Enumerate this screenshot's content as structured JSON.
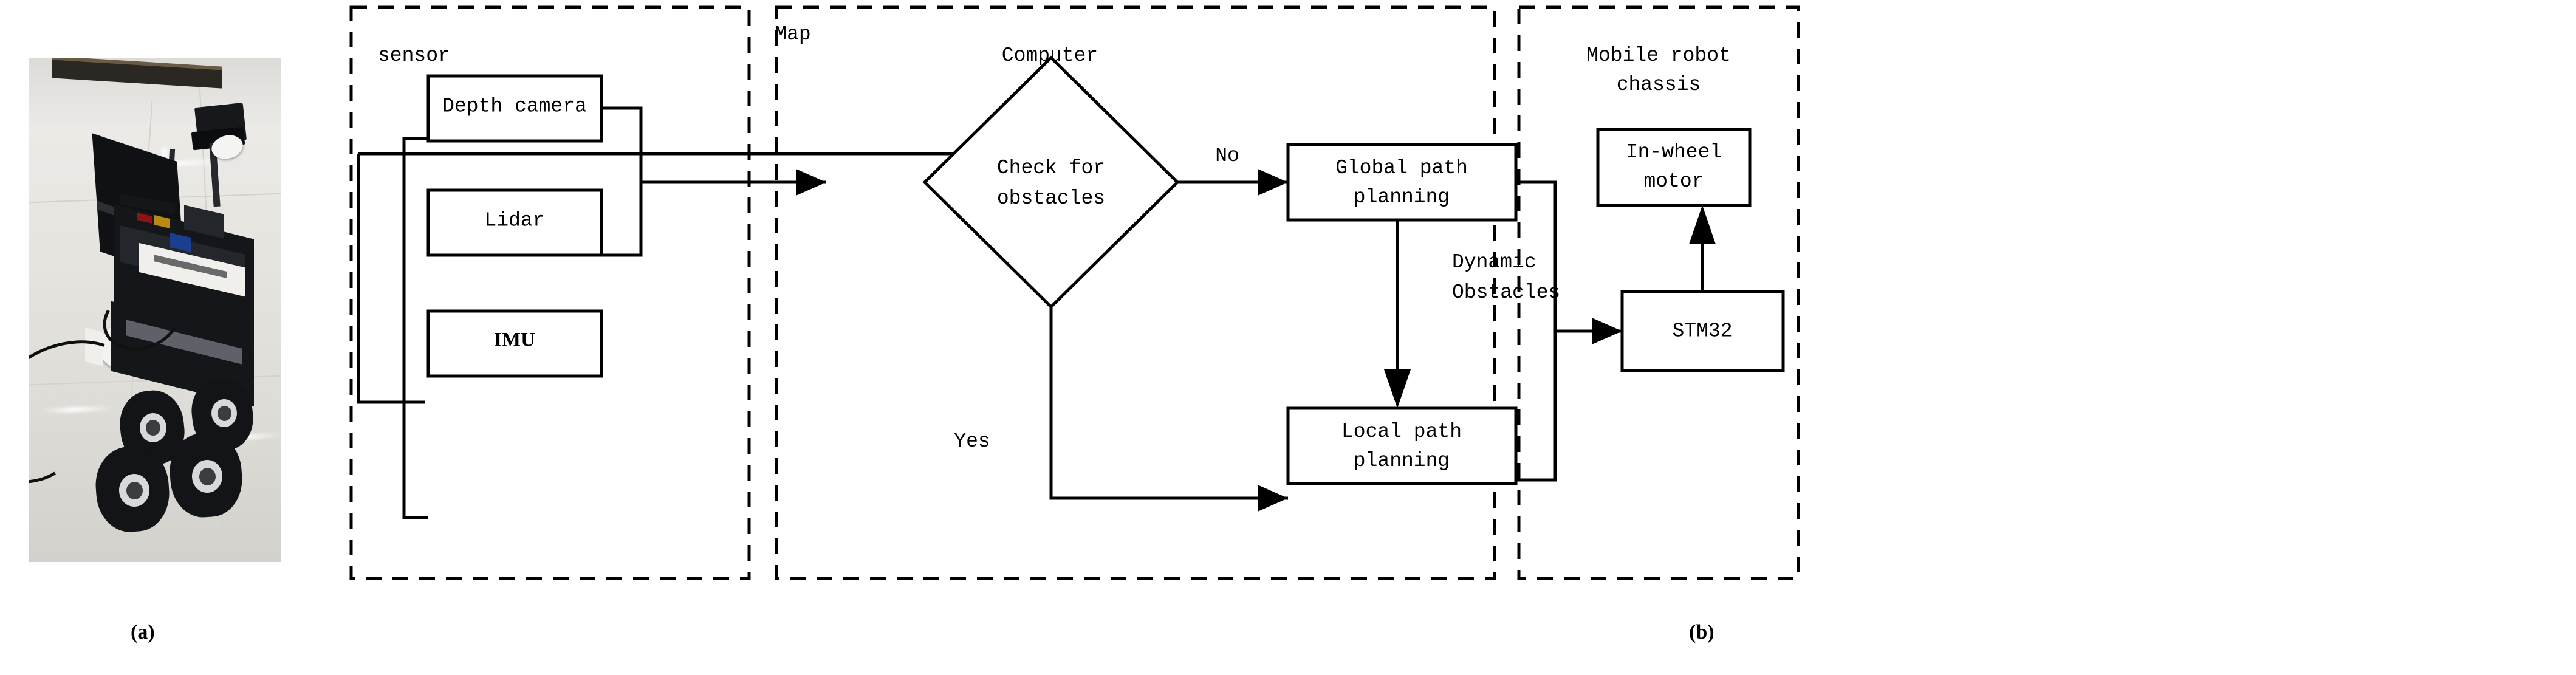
{
  "figure": {
    "panels": [
      {
        "id": "a",
        "caption": "(a)",
        "type": "photograph",
        "description": "four-wheeled mobile robot platform on a tiled floor"
      },
      {
        "id": "b",
        "caption": "(b)",
        "type": "block-diagram"
      }
    ]
  },
  "diagram": {
    "groups": [
      {
        "id": "sensor",
        "label": "sensor"
      },
      {
        "id": "computer",
        "label": "Computer"
      },
      {
        "id": "chassis",
        "label": "Mobile robot\nchassis",
        "line1": "Mobile robot",
        "line2": "chassis"
      }
    ],
    "nodes": [
      {
        "id": "depth-camera",
        "label": "Depth camera",
        "shape": "rect"
      },
      {
        "id": "lidar",
        "label": "Lidar",
        "shape": "rect"
      },
      {
        "id": "imu",
        "label": "IMU",
        "shape": "rect",
        "bold": true
      },
      {
        "id": "check-for-obstacles",
        "label": "Check for obstacles",
        "shape": "diamond",
        "line1": "Check for",
        "line2": "obstacles"
      },
      {
        "id": "global-path-planning",
        "label": "Global path planning",
        "shape": "rect",
        "line1": "Global path",
        "line2": "planning"
      },
      {
        "id": "local-path-planning",
        "label": "Local path planning",
        "shape": "rect",
        "line1": "Local path",
        "line2": "planning"
      },
      {
        "id": "in-wheel-motor",
        "label": "In-wheel motor",
        "shape": "rect",
        "line1": "In-wheel",
        "line2": "motor"
      },
      {
        "id": "stm32",
        "label": "STM32",
        "shape": "rect"
      }
    ],
    "edge_labels": [
      {
        "id": "map",
        "label": "Map"
      },
      {
        "id": "no",
        "label": "No"
      },
      {
        "id": "yes",
        "label": "Yes"
      },
      {
        "id": "dynamic-obstacles",
        "label": "Dynamic Obstacles",
        "line1": "Dynamic",
        "line2": "Obstacles"
      }
    ]
  },
  "colors": {
    "stroke": "#000000",
    "background": "#ffffff",
    "fill": "#ffffff"
  }
}
